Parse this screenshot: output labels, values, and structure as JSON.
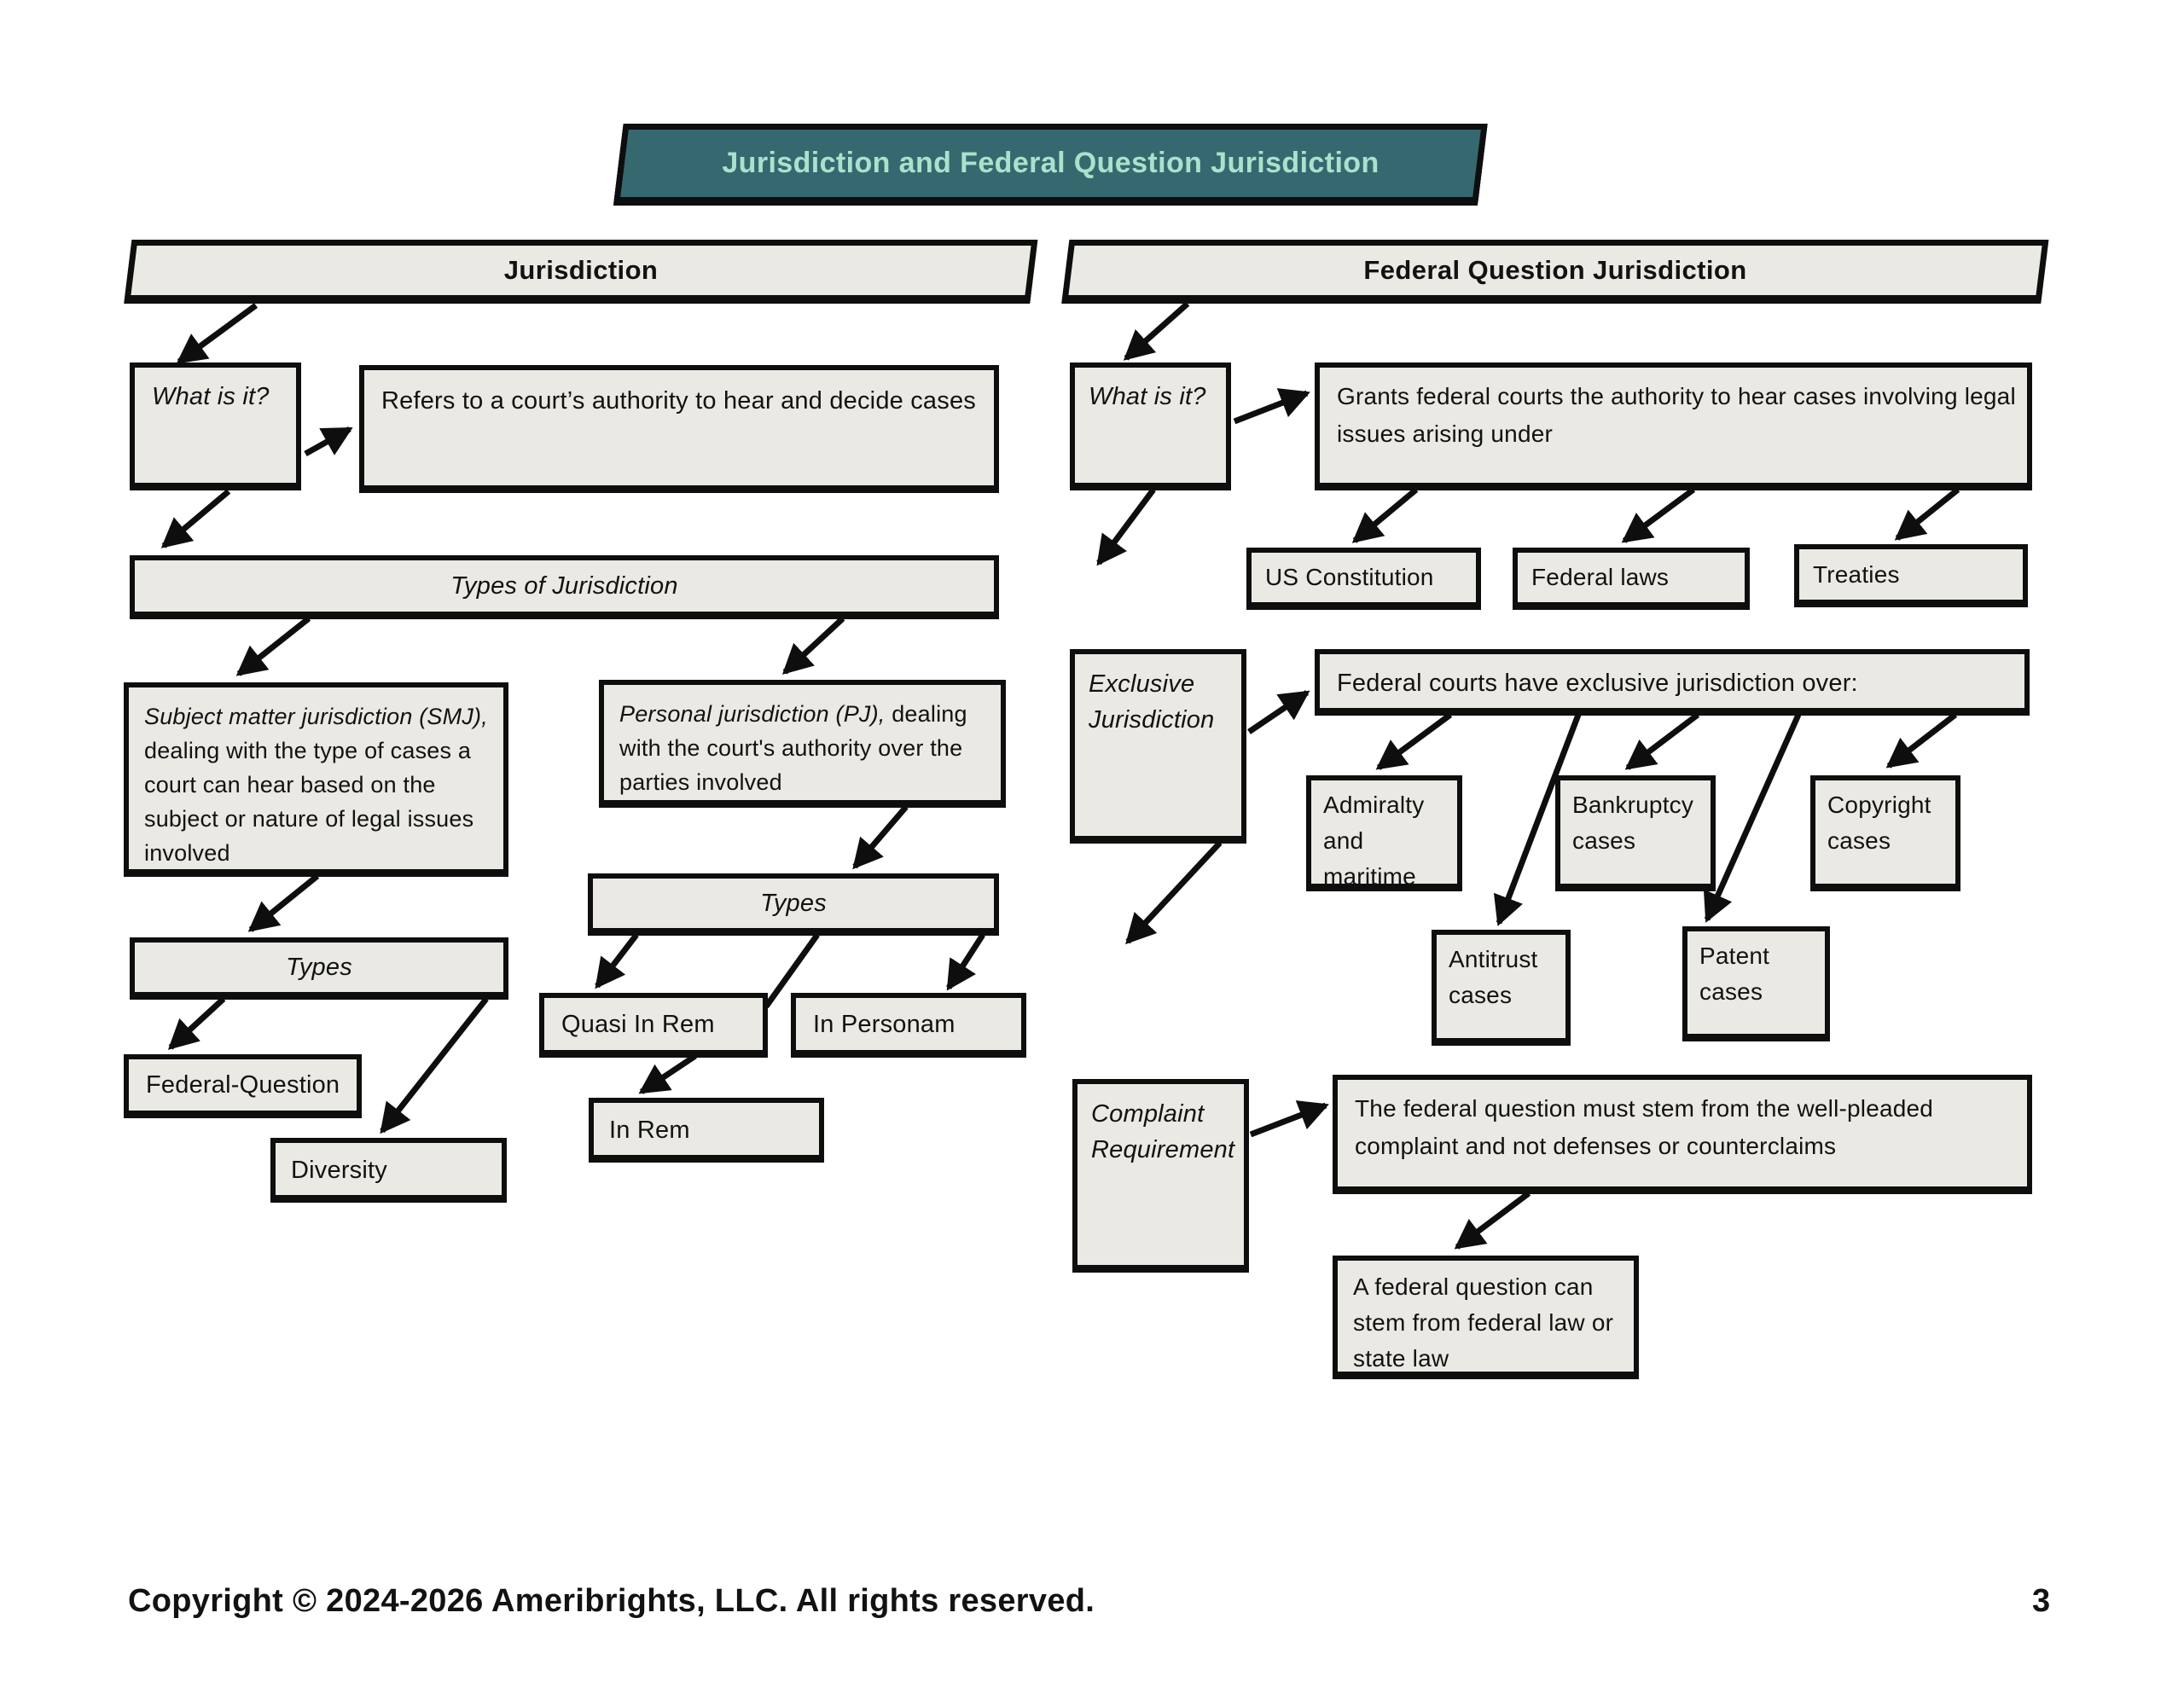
{
  "page": {
    "title": "Jurisdiction and Federal Question Jurisdiction",
    "footer_copyright": "Copyright © 2024-2026 Ameribrights, LLC. All rights reserved.",
    "page_number": "3"
  },
  "colors": {
    "banner_bg": "#36686f",
    "banner_text": "#a9e2cc",
    "box_fill": "#eae9e4",
    "line": "#0e0e0e"
  },
  "left": {
    "header": "Jurisdiction",
    "what_is_it": "What is it?",
    "definition": "Refers to a court’s authority to hear and decide cases",
    "types_header": "Types of Jurisdiction",
    "smj_lead": "Subject matter jurisdiction (SMJ),",
    "smj_rest": " dealing with the type of cases a court can hear based on the subject or nature of legal issues involved",
    "pj_lead": "Personal jurisdiction (PJ),",
    "pj_rest": " dealing with the court's authority over the parties involved",
    "smj_types_label": "Types",
    "pj_types_label": "Types",
    "smj_types": [
      "Federal-Question",
      "Diversity"
    ],
    "pj_types": [
      "Quasi In Rem",
      "In Personam",
      "In Rem"
    ]
  },
  "right": {
    "header": "Federal Question Jurisdiction",
    "what_is_it": "What is it?",
    "definition": "Grants federal courts the authority to hear cases involving legal issues arising under",
    "sources": [
      "US Constitution",
      "Federal laws",
      "Treaties"
    ],
    "exclusive_label": "Exclusive Jurisdiction",
    "exclusive_definition": "Federal courts have exclusive jurisdiction over:",
    "exclusive_areas": [
      "Admiralty and maritime",
      "Bankruptcy cases",
      "Copyright cases",
      "Antitrust cases",
      "Patent cases"
    ],
    "complaint_label": "Complaint Requirement",
    "complaint_definition": "The federal question must stem from the well-pleaded complaint and not defenses or counterclaims",
    "complaint_note": "A federal question can stem from federal law or state law"
  }
}
